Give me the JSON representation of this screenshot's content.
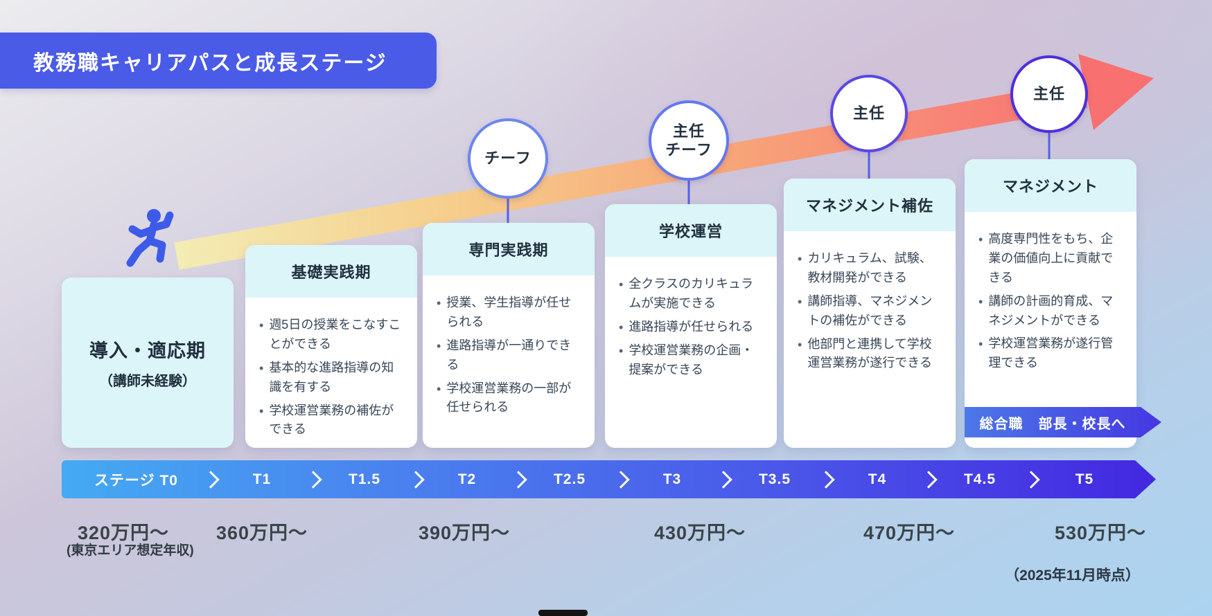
{
  "title": "教務職キャリアパスと成長ステージ",
  "colors": {
    "banner_blue": "#4A5BE8",
    "card_cyan": "#DCF5F9",
    "timeline_start": "#44AAF2",
    "timeline_end": "#4328E0",
    "arrow_start": "#F3ECB4",
    "arrow_end": "#F76F6F",
    "circle_border_light": "#6C86F0",
    "circle_border_dark": "#4E2EDC"
  },
  "circles": [
    {
      "lines": [
        "チーフ"
      ]
    },
    {
      "lines": [
        "主任",
        "チーフ"
      ]
    },
    {
      "lines": [
        "主任"
      ]
    },
    {
      "lines": [
        "主任"
      ]
    }
  ],
  "cards": [
    {
      "title": "導入・適応期",
      "subtitle": "（講師未経験）",
      "bullets": []
    },
    {
      "title": "基礎実践期",
      "bullets": [
        "週5日の授業をこなすことができる",
        "基本的な進路指導の知識を有する",
        "学校運営業務の補佐ができる"
      ]
    },
    {
      "title": "専門実践期",
      "bullets": [
        "授業、学生指導が任せられる",
        "進路指導が一通りできる",
        "学校運営業務の一部が任せられる"
      ]
    },
    {
      "title": "学校運営",
      "bullets": [
        "全クラスのカリキュラムが実施できる",
        "進路指導が任せられる",
        "学校運営業務の企画・提案ができる"
      ]
    },
    {
      "title": "マネジメント補佐",
      "bullets": [
        "カリキュラム、試験、教材開発ができる",
        "講師指導、マネジメントの補佐ができる",
        "他部門と連携して学校運営業務が遂行できる"
      ]
    },
    {
      "title": "マネジメント",
      "bullets": [
        "高度専門性をもち、企業の価値向上に貢献できる",
        "講師の計画的育成、マネジメントができる",
        "学校運営業務が遂行管理できる"
      ]
    }
  ],
  "ribbon": {
    "left": "総合職",
    "right": "部長・校長へ"
  },
  "timeline": {
    "stages": [
      "ステージ T0",
      "T1",
      "T1.5",
      "T2",
      "T2.5",
      "T3",
      "T3.5",
      "T4",
      "T4.5",
      "T5"
    ]
  },
  "salaries": [
    "320万円〜",
    "360万円〜",
    "390万円〜",
    "430万円〜",
    "470万円〜",
    "530万円〜"
  ],
  "salary_note": "(東京エリア想定年収)",
  "footnote": "（2025年11月時点）"
}
